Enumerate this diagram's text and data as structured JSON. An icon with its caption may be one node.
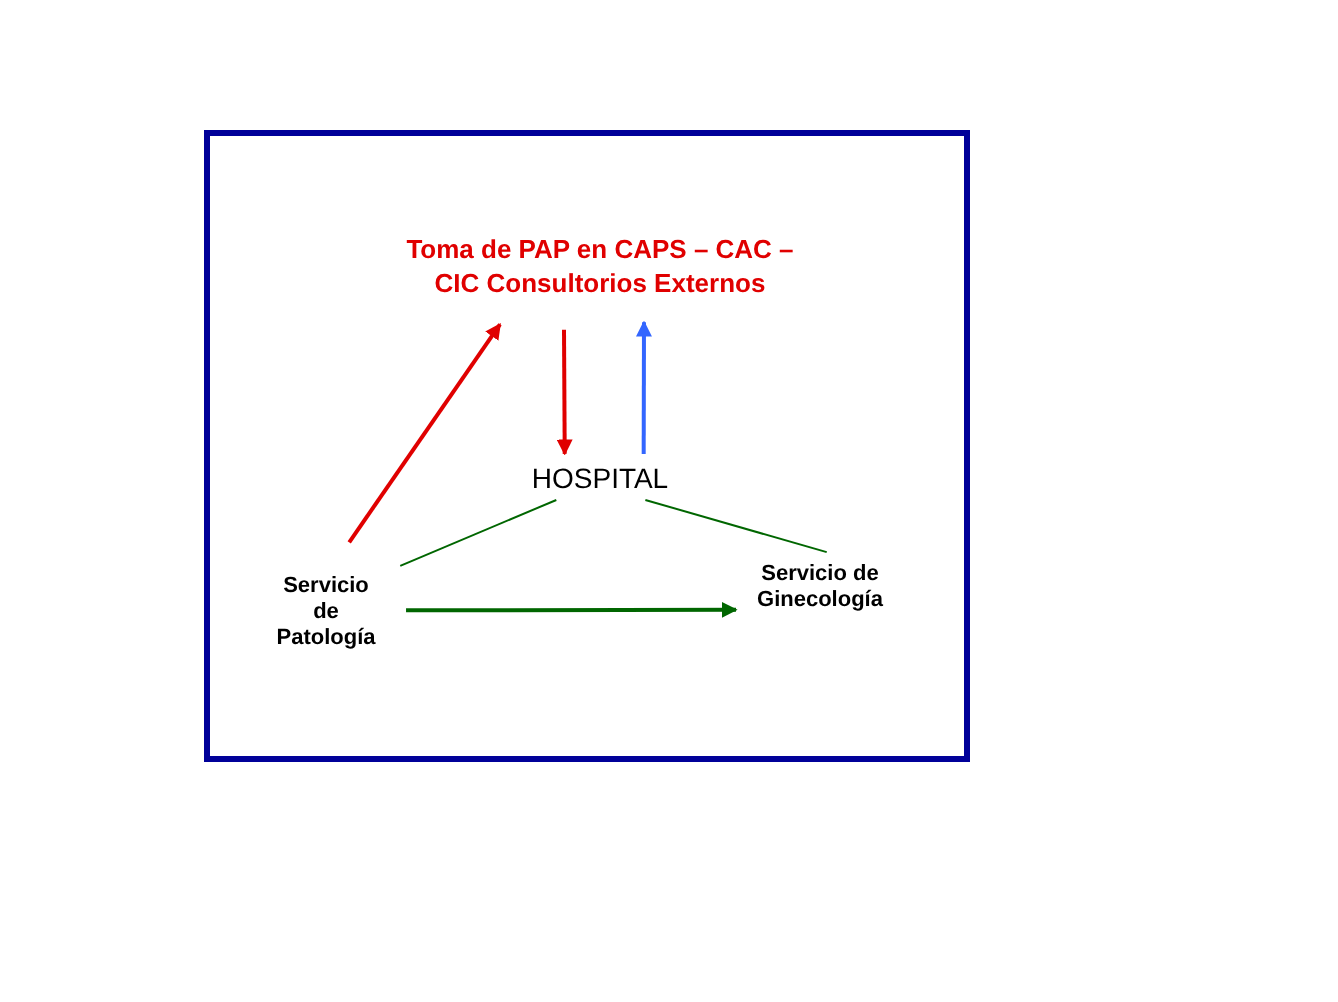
{
  "diagram": {
    "nodes": [
      {
        "text": [
          "Toma de PAP en CAPS – CAC – CIC Consultorios Externos"
        ]
      },
      {
        "text": [
          "HOSPITAL"
        ]
      },
      {
        "text": [
          "Servicio de Patología"
        ]
      },
      {
        "text": [
          "Servicio de Ginecología"
        ]
      }
    ],
    "edges": [
      {
        "from": 2,
        "to": 0,
        "arrow": "to",
        "color": "#e00000"
      },
      {
        "from": 0,
        "to": 1,
        "arrow": "to",
        "color": "#e00000"
      },
      {
        "from": 1,
        "to": 0,
        "arrow": "to",
        "color": "#3366ff"
      },
      {
        "from": 1,
        "to": 2,
        "arrow": "none",
        "color": "#006600"
      },
      {
        "from": 1,
        "to": 3,
        "arrow": "none",
        "color": "#006600"
      },
      {
        "from": 2,
        "to": 3,
        "arrow": "to",
        "color": "#006600"
      }
    ]
  }
}
